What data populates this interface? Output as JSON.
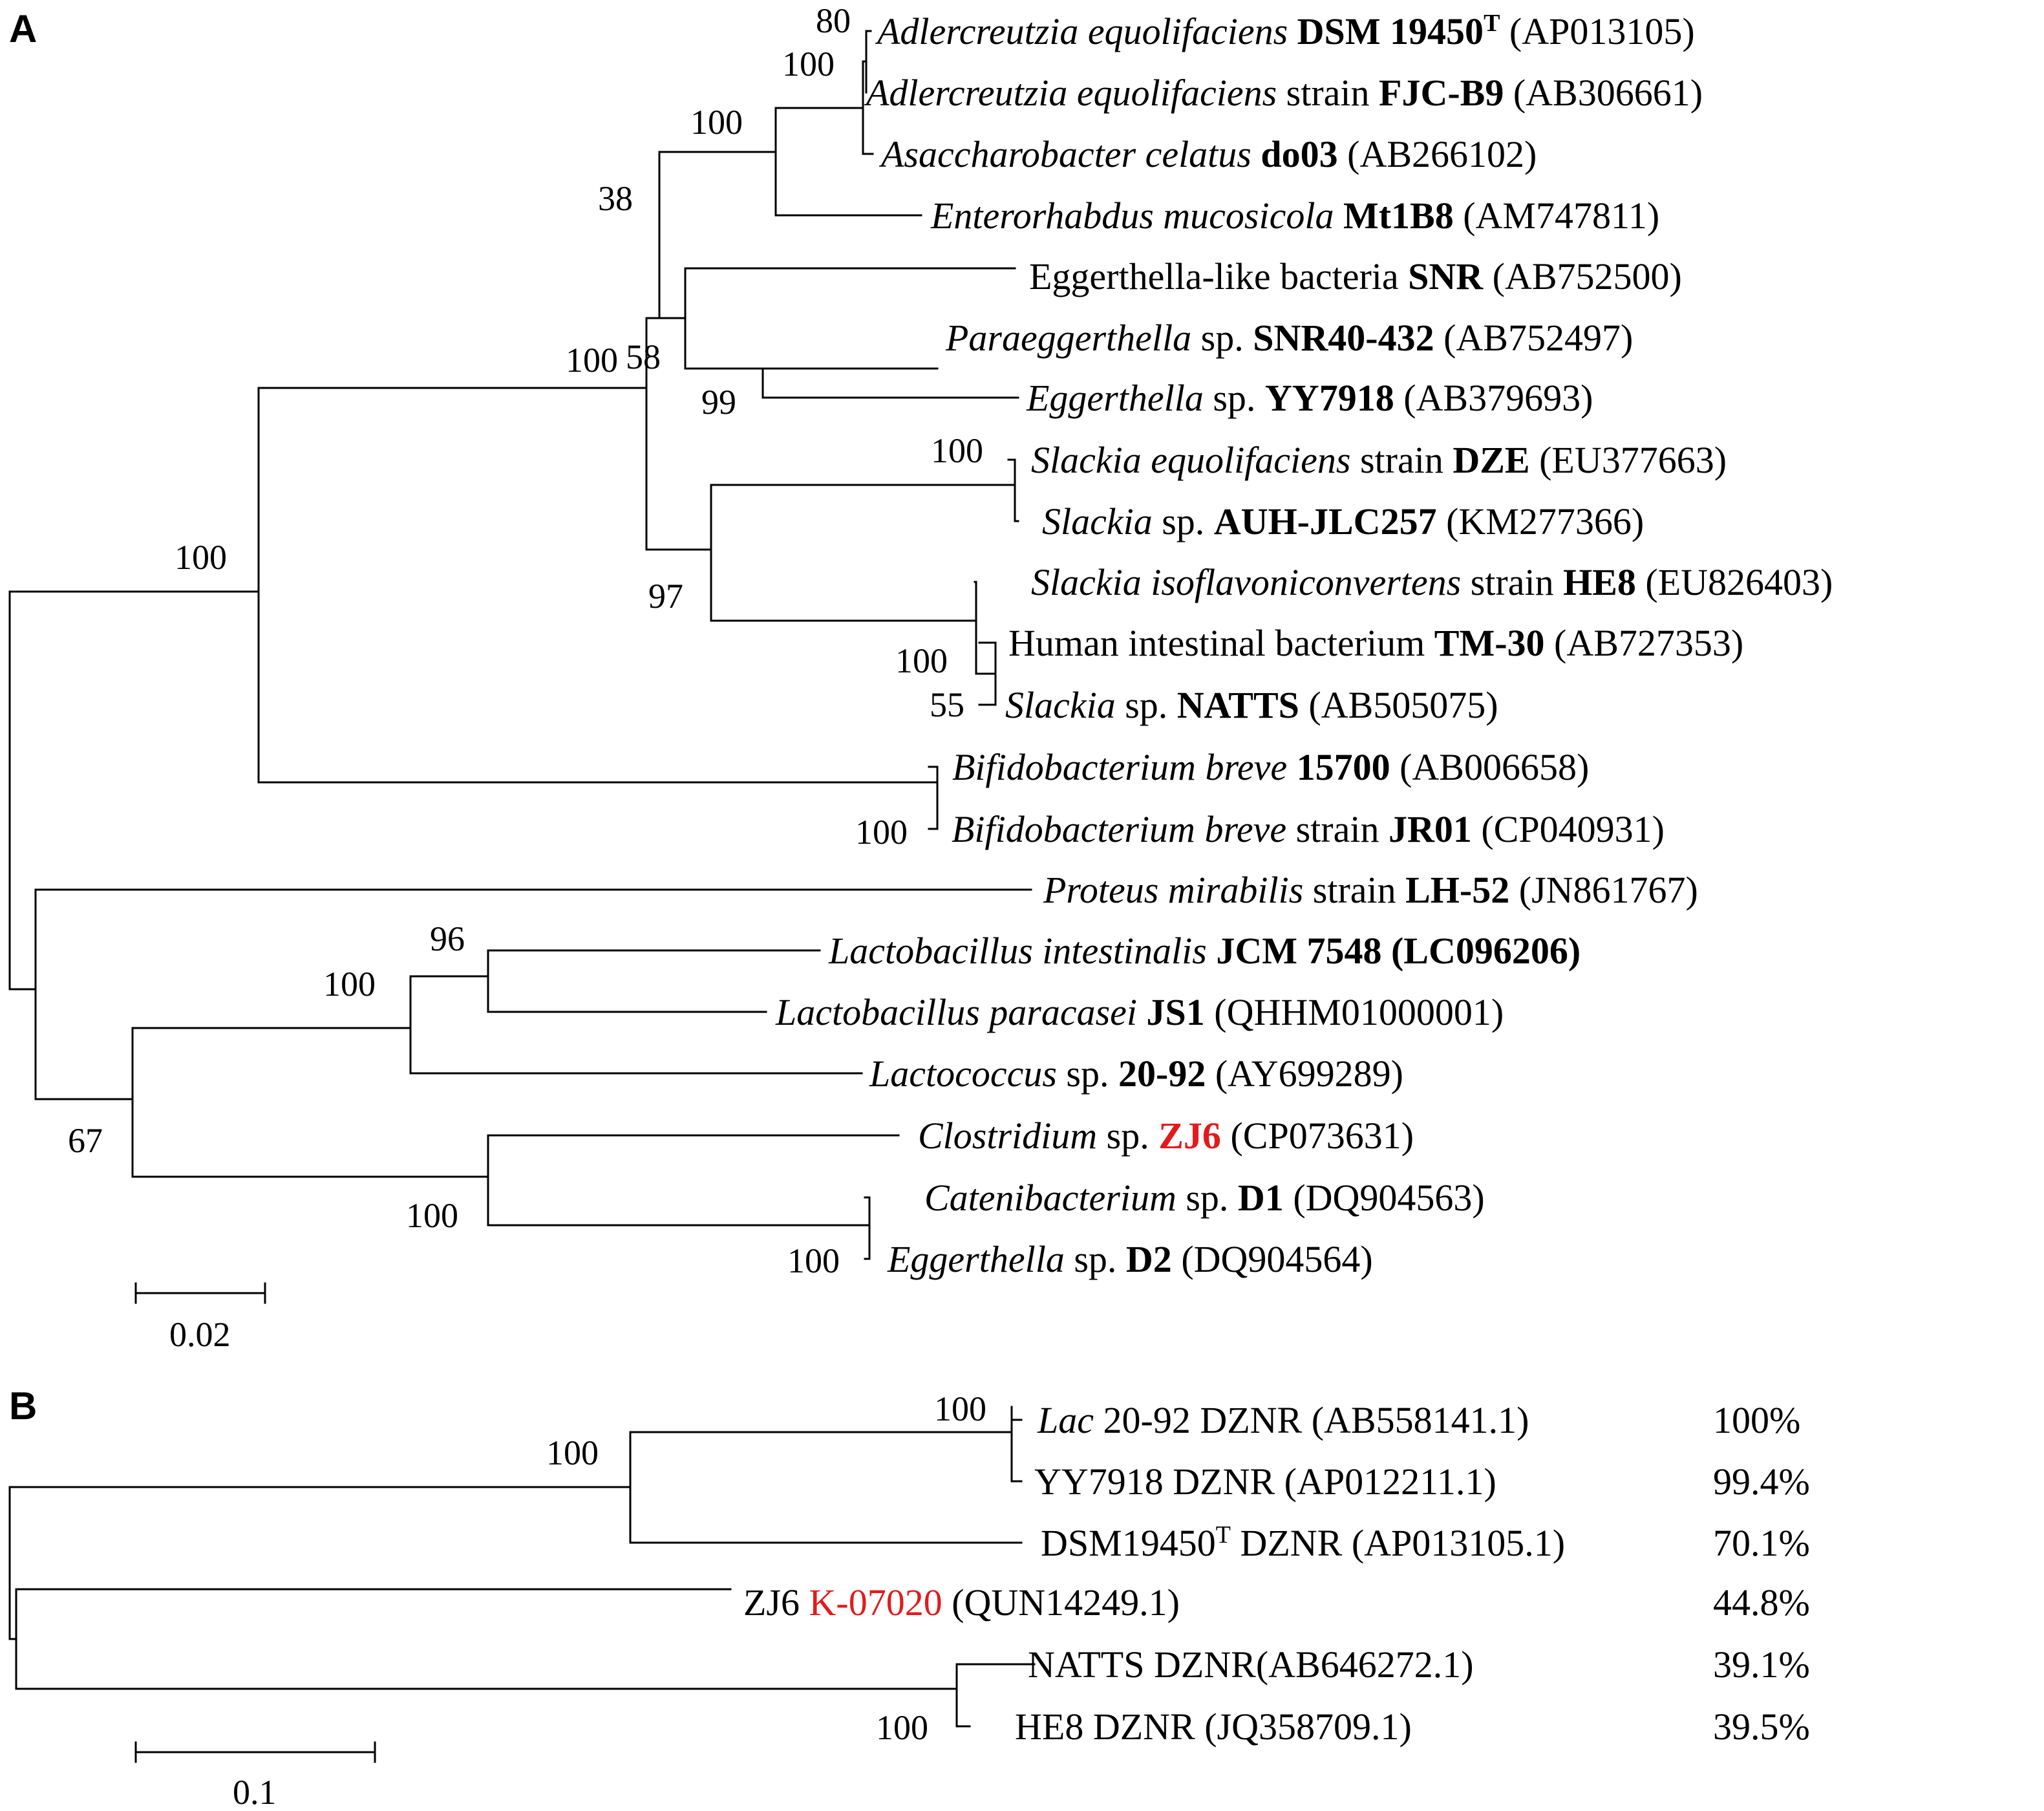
{
  "panelA": {
    "letter": "A",
    "taxa": [
      {
        "id": "a1",
        "parts": [
          [
            "Adlercreutzia equolifaciens",
            "i"
          ],
          [
            " "
          ],
          [
            "DSM 19450",
            "b"
          ],
          [
            "T",
            "bsup"
          ],
          [
            " (AP013105)"
          ]
        ]
      },
      {
        "id": "a2",
        "parts": [
          [
            "Adlercreutzia equolifaciens",
            "i"
          ],
          [
            " strain "
          ],
          [
            "FJC-B9",
            "b"
          ],
          [
            " (AB306661)"
          ]
        ]
      },
      {
        "id": "a3",
        "parts": [
          [
            "Asaccharobacter celatus",
            "i"
          ],
          [
            " "
          ],
          [
            "do03",
            "b"
          ],
          [
            " (AB266102)"
          ]
        ]
      },
      {
        "id": "a4",
        "parts": [
          [
            "Enterorhabdus mucosicola",
            "i"
          ],
          [
            " "
          ],
          [
            "Mt1B8",
            "b"
          ],
          [
            " (AM747811)"
          ]
        ]
      },
      {
        "id": "a5",
        "parts": [
          [
            "Eggerthella-like  bacteria "
          ],
          [
            "SNR",
            "b"
          ],
          [
            " (AB752500)"
          ]
        ]
      },
      {
        "id": "a6",
        "parts": [
          [
            "Paraeggerthella",
            "i"
          ],
          [
            " sp. "
          ],
          [
            "SNR40-432",
            "b"
          ],
          [
            " (AB752497)"
          ]
        ]
      },
      {
        "id": "a7",
        "parts": [
          [
            "Eggerthella",
            "i"
          ],
          [
            " sp. "
          ],
          [
            "YY7918",
            "b"
          ],
          [
            " (AB379693)"
          ]
        ]
      },
      {
        "id": "a8",
        "parts": [
          [
            "Slackia equolifaciens",
            "i"
          ],
          [
            " strain "
          ],
          [
            "DZE",
            "b"
          ],
          [
            " (EU377663)"
          ]
        ]
      },
      {
        "id": "a9",
        "parts": [
          [
            "Slackia",
            "i"
          ],
          [
            " sp. "
          ],
          [
            "AUH-JLC257",
            "b"
          ],
          [
            " (KM277366)"
          ]
        ]
      },
      {
        "id": "a10",
        "parts": [
          [
            "Slackia isoflavoniconvertens",
            "i"
          ],
          [
            "  strain "
          ],
          [
            "HE8",
            "b"
          ],
          [
            " (EU826403)"
          ]
        ]
      },
      {
        "id": "a11",
        "parts": [
          [
            "Human intestinal  bacterium  "
          ],
          [
            "TM-30",
            "b"
          ],
          [
            " (AB727353)"
          ]
        ]
      },
      {
        "id": "a12",
        "parts": [
          [
            "Slackia",
            "i"
          ],
          [
            " sp. "
          ],
          [
            "NATTS",
            "b"
          ],
          [
            " (AB505075)"
          ]
        ]
      },
      {
        "id": "a13",
        "parts": [
          [
            "Bifidobacterium breve",
            "i"
          ],
          [
            " "
          ],
          [
            "15700",
            "b"
          ],
          [
            " (AB006658)"
          ]
        ]
      },
      {
        "id": "a14",
        "parts": [
          [
            "Bifidobacterium breve",
            "i"
          ],
          [
            " strain "
          ],
          [
            "JR01",
            "b"
          ],
          [
            " (CP040931)"
          ]
        ]
      },
      {
        "id": "a15",
        "parts": [
          [
            "Proteus mirabilis",
            "i"
          ],
          [
            " strain "
          ],
          [
            "LH-52",
            "b"
          ],
          [
            " (JN861767)"
          ]
        ]
      },
      {
        "id": "a16",
        "parts": [
          [
            "Lactobacillus intestinalis",
            "i"
          ],
          [
            " "
          ],
          [
            "JCM 7548 (LC096206)",
            "b"
          ]
        ]
      },
      {
        "id": "a17",
        "parts": [
          [
            "Lactobacillus paracasei",
            "i"
          ],
          [
            " "
          ],
          [
            "JS1",
            "b"
          ],
          [
            " (QHHM01000001)"
          ]
        ]
      },
      {
        "id": "a18",
        "parts": [
          [
            "Lactococcus",
            "i"
          ],
          [
            " sp. "
          ],
          [
            "20-92",
            "b"
          ],
          [
            " (AY699289)"
          ]
        ]
      },
      {
        "id": "a19",
        "parts": [
          [
            "Clostridium",
            "i"
          ],
          [
            " sp. "
          ],
          [
            "ZJ6",
            "bred"
          ],
          [
            " (CP073631)"
          ]
        ]
      },
      {
        "id": "a20",
        "parts": [
          [
            "Catenibacterium",
            "i"
          ],
          [
            " sp. "
          ],
          [
            "D1",
            "b"
          ],
          [
            " (DQ904563)"
          ]
        ]
      },
      {
        "id": "a21",
        "parts": [
          [
            "Eggerthella",
            "i"
          ],
          [
            " sp. "
          ],
          [
            "D2",
            "b"
          ],
          [
            " (DQ904564)"
          ]
        ]
      }
    ],
    "bootstrap": [
      "80",
      "100",
      "100",
      "38",
      "100",
      "58",
      "99",
      "100",
      "97",
      "100",
      "55",
      "100",
      "100",
      "96",
      "100",
      "67",
      "100",
      "100",
      "100"
    ],
    "scale_label": "0.02"
  },
  "panelB": {
    "letter": "B",
    "taxa": [
      {
        "id": "b1",
        "parts": [
          [
            "Lac",
            "i"
          ],
          [
            " 20-92 DZNR (AB558141.1)"
          ]
        ],
        "pct": "100%"
      },
      {
        "id": "b2",
        "parts": [
          [
            "YY7918 DZNR (AP012211.1)"
          ]
        ],
        "pct": "99.4%"
      },
      {
        "id": "b3",
        "parts": [
          [
            "DSM19450"
          ],
          [
            "T",
            "sup"
          ],
          [
            " DZNR (AP013105.1)"
          ]
        ],
        "pct": "70.1%"
      },
      {
        "id": "b4",
        "parts": [
          [
            "ZJ6 "
          ],
          [
            "K-07020",
            "red"
          ],
          [
            " (QUN14249.1)"
          ]
        ],
        "pct": "44.8%"
      },
      {
        "id": "b5",
        "parts": [
          [
            "NATTS DZNR(AB646272.1)"
          ]
        ],
        "pct": "39.1%"
      },
      {
        "id": "b6",
        "parts": [
          [
            "HE8 DZNR (JQ358709.1)"
          ]
        ],
        "pct": "39.5%"
      }
    ],
    "bootstrap": [
      "100",
      "100",
      "100"
    ],
    "scale_label": "0.1"
  },
  "colors": {
    "line": "#000000",
    "highlight": "#e31a1c"
  }
}
